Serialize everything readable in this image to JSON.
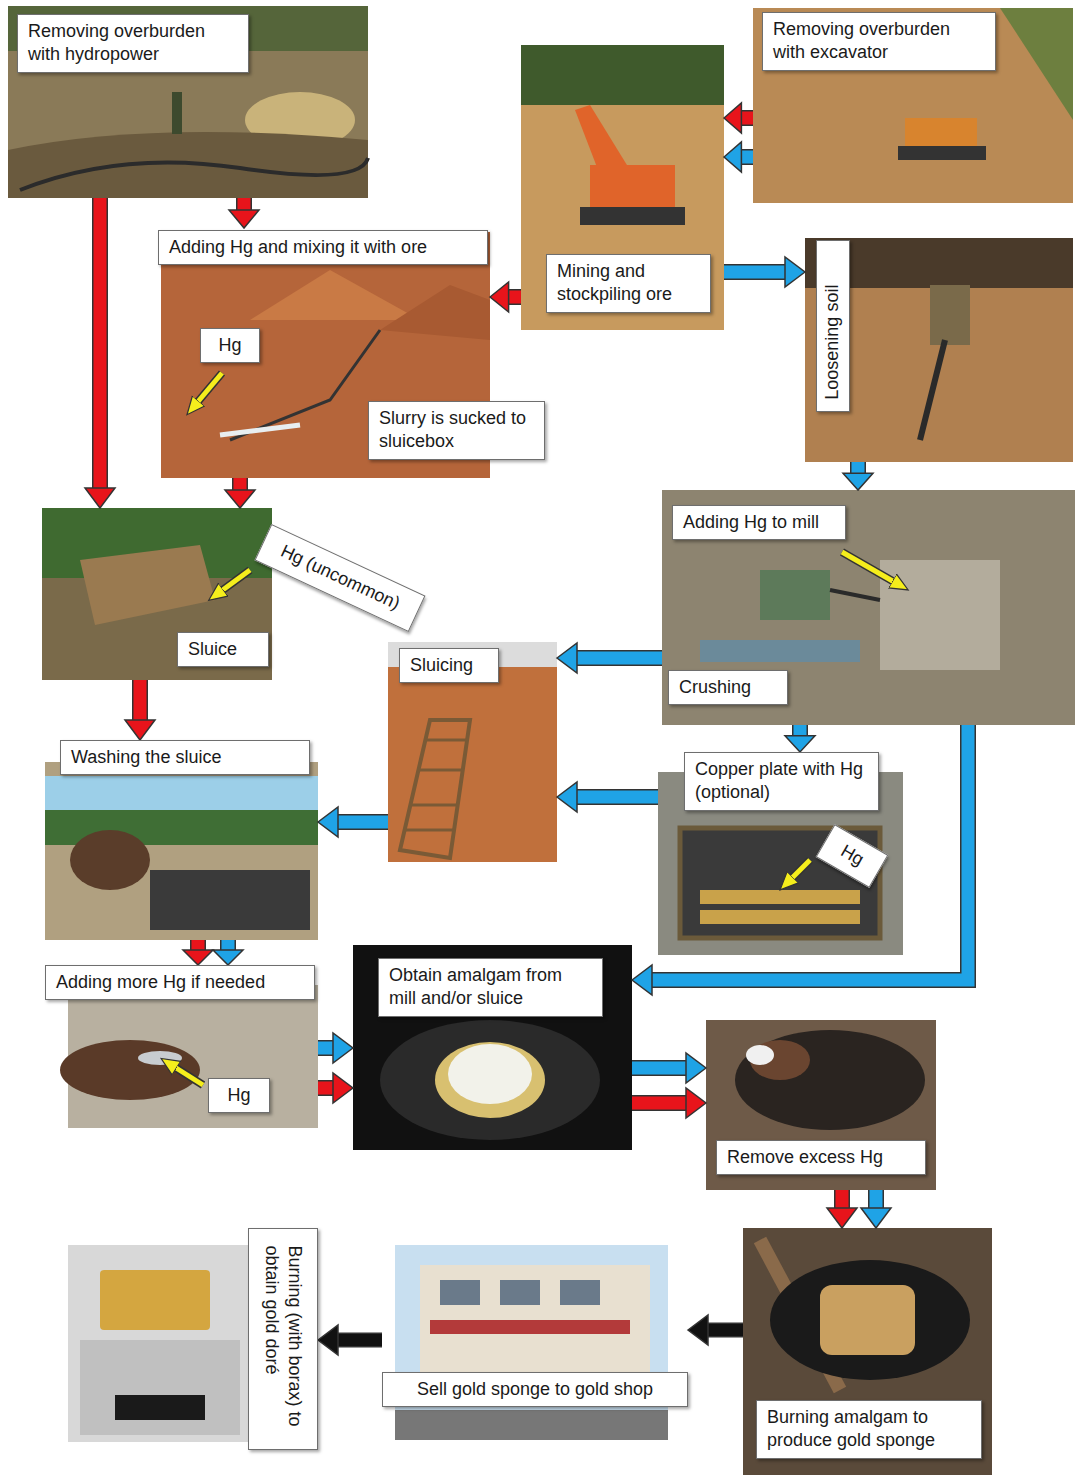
{
  "diagram": {
    "nodes": [
      {
        "text": [
          "Removing overburden with hydropower"
        ]
      },
      {
        "text": [
          "Mining and stockpiling ore"
        ]
      },
      {
        "text": [
          "Removing overburden with excavator"
        ]
      },
      {
        "text": [
          "Adding Hg and mixing it with ore",
          "Hg",
          "Slurry is sucked to sluicebox"
        ]
      },
      {
        "text": [
          "Loosening soil"
        ]
      },
      {
        "text": [
          "Sluice",
          "Hg (uncommon)"
        ]
      },
      {
        "text": [
          "Adding Hg to mill",
          "Crushing"
        ]
      },
      {
        "text": [
          "Sluicing"
        ]
      },
      {
        "text": [
          "Washing the sluice"
        ]
      },
      {
        "text": [
          "Copper plate with Hg (optional)",
          "Hg"
        ]
      },
      {
        "text": [
          "Adding more Hg if needed",
          "Hg"
        ]
      },
      {
        "text": [
          "Obtain amalgam from mill and/or sluice"
        ]
      },
      {
        "text": [
          "Remove excess Hg"
        ]
      },
      {
        "text": [
          "Burning amalgam to produce gold sponge"
        ]
      },
      {
        "text": [
          "Sell gold sponge to gold shop"
        ]
      },
      {
        "text": [
          "Burning (with borax) to obtain gold doré"
        ]
      }
    ],
    "edges": [
      {
        "from": 2,
        "to": 1,
        "arrow": "to"
      },
      {
        "from": 2,
        "to": 1,
        "arrow": "to"
      },
      {
        "from": 0,
        "to": 3,
        "arrow": "to"
      },
      {
        "from": 0,
        "to": 5,
        "arrow": "to"
      },
      {
        "from": 1,
        "to": 3,
        "arrow": "to"
      },
      {
        "from": 1,
        "to": 4,
        "arrow": "to"
      },
      {
        "from": 3,
        "to": 5,
        "arrow": "to"
      },
      {
        "from": 4,
        "to": 6,
        "arrow": "to"
      },
      {
        "from": 6,
        "to": 7,
        "arrow": "to"
      },
      {
        "from": 6,
        "to": 9,
        "arrow": "to"
      },
      {
        "from": 6,
        "to": 11,
        "arrow": "to"
      },
      {
        "from": 9,
        "to": 7,
        "arrow": "to"
      },
      {
        "from": 7,
        "to": 8,
        "arrow": "to"
      },
      {
        "from": 5,
        "to": 8,
        "arrow": "to"
      },
      {
        "from": 8,
        "to": 10,
        "arrow": "to"
      },
      {
        "from": 8,
        "to": 10,
        "arrow": "to"
      },
      {
        "from": 10,
        "to": 11,
        "arrow": "to"
      },
      {
        "from": 10,
        "to": 11,
        "arrow": "to"
      },
      {
        "from": 11,
        "to": 12,
        "arrow": "to"
      },
      {
        "from": 11,
        "to": 12,
        "arrow": "to"
      },
      {
        "from": 12,
        "to": 13,
        "arrow": "to"
      },
      {
        "from": 12,
        "to": 13,
        "arrow": "to"
      },
      {
        "from": 13,
        "to": 14,
        "arrow": "to"
      },
      {
        "from": 14,
        "to": 15,
        "arrow": "to"
      }
    ]
  }
}
